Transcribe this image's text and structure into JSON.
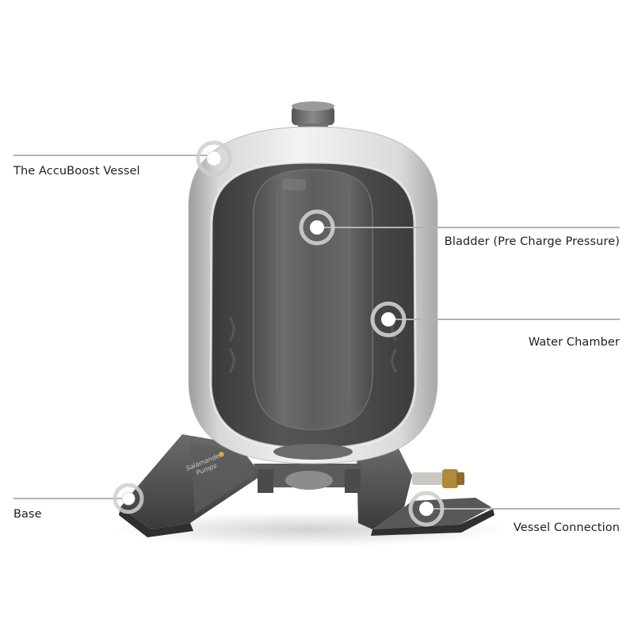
{
  "callouts": {
    "vessel": "The AccuBoost Vessel",
    "bladder": "Bladder (Pre Charge Pressure)",
    "water_chamber": "Water Chamber",
    "base": "Base",
    "vessel_connection": "Vessel Connection"
  },
  "brand": {
    "line1": "Salamander",
    "line2": "Pumps"
  },
  "colors": {
    "shell": "#e4e4e2",
    "interior": "#4a4a49",
    "bladder": "#5b5b5a",
    "base": "#4d4e4e",
    "leader": "#b3b3b3",
    "marker_ring": "#c8c8c8",
    "brand_accent": "#e8a43a"
  }
}
